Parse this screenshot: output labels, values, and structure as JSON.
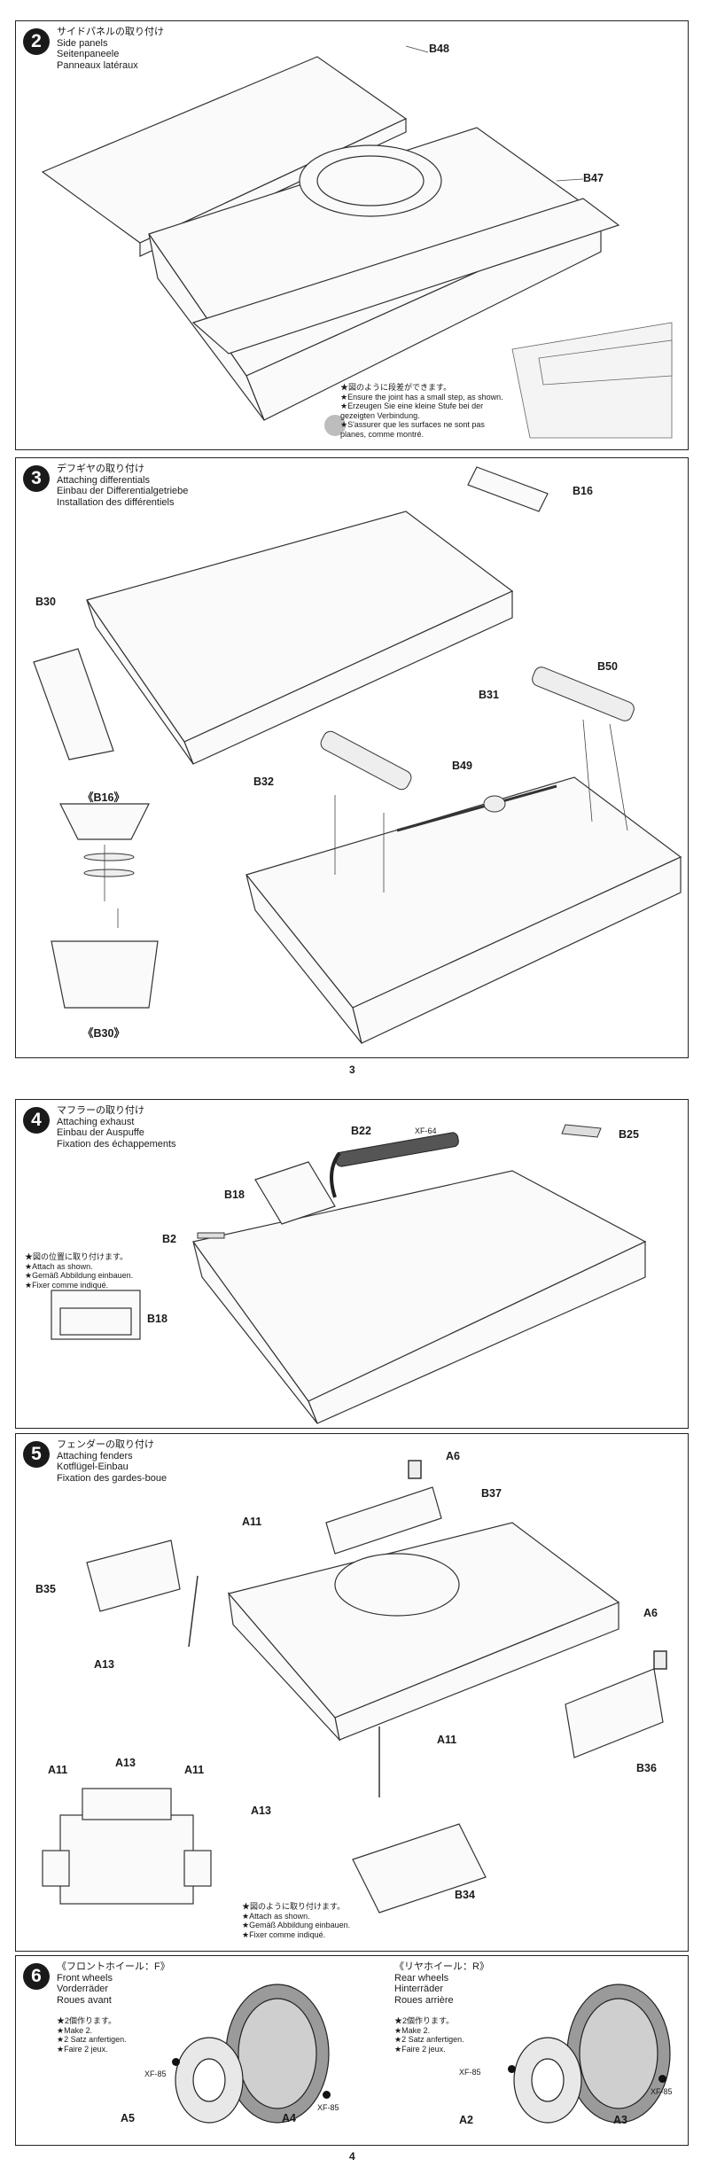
{
  "steps": [
    {
      "number": "2",
      "title_jp": "サイドパネルの取り付け",
      "title_de_en": [
        "Side panels",
        "Seitenpaneele",
        "Panneaux latéraux"
      ],
      "parts": [
        "B48",
        "B47"
      ],
      "note": [
        "★図のように段差ができます。",
        "★Ensure the joint has a small step, as shown.",
        "★Erzeugen Sie eine kleine Stufe bei der",
        "gezeigten Verbindung.",
        "★S'assurer que les surfaces ne sont pas",
        "planes, comme montré."
      ]
    },
    {
      "number": "3",
      "title_jp": "デフギヤの取り付け",
      "title_de_en": [
        "Attaching differentials",
        "Einbau der Differentialgetriebe",
        "Installation des différentiels"
      ],
      "parts": [
        "B16",
        "B30",
        "B50",
        "B31",
        "B32",
        "B49"
      ],
      "detail_labels": [
        "《B16》",
        "《B30》"
      ]
    },
    {
      "number": "4",
      "title_jp": "マフラーの取り付け",
      "title_de_en": [
        "Attaching exhaust",
        "Einbau der Auspuffe",
        "Fixation des échappements"
      ],
      "parts": [
        "B22",
        "B25",
        "B18",
        "B2",
        "B18"
      ],
      "paint": "XF-64",
      "note": [
        "★図の位置に取り付けます。",
        "★Attach as shown.",
        "★Gemäß Abbildung einbauen.",
        "★Fixer comme indiqué."
      ]
    },
    {
      "number": "5",
      "title_jp": "フェンダーの取り付け",
      "title_de_en": [
        "Attaching fenders",
        "Kotflügel-Einbau",
        "Fixation des gardes-boue"
      ],
      "parts": [
        "A6",
        "B37",
        "A11",
        "B35",
        "A6",
        "A13",
        "A11",
        "B36",
        "A11",
        "A13",
        "A11",
        "A13",
        "B34"
      ],
      "note": [
        "★図のように取り付けます。",
        "★Attach as shown.",
        "★Gemäß Abbildung einbauen.",
        "★Fixer comme indiqué."
      ]
    },
    {
      "number": "6",
      "front": {
        "title": [
          "《フロントホイール：F》",
          "Front wheels",
          "Vorderräder",
          "Roues avant"
        ],
        "note": [
          "★2個作ります。",
          "★Make 2.",
          "★2 Satz anfertigen.",
          "★Faire 2 jeux."
        ],
        "paint": [
          "XF-85",
          "XF-85"
        ],
        "parts": [
          "A5",
          "A4"
        ]
      },
      "rear": {
        "title": [
          "《リヤホイール：R》",
          "Rear wheels",
          "Hinterräder",
          "Roues arrière"
        ],
        "note": [
          "★2個作ります。",
          "★Make 2.",
          "★2 Satz anfertigen.",
          "★Faire 2 jeux."
        ],
        "paint": [
          "XF-85",
          "XF-85"
        ],
        "parts": [
          "A2",
          "A3"
        ]
      }
    }
  ],
  "pages": [
    "3",
    "4"
  ]
}
